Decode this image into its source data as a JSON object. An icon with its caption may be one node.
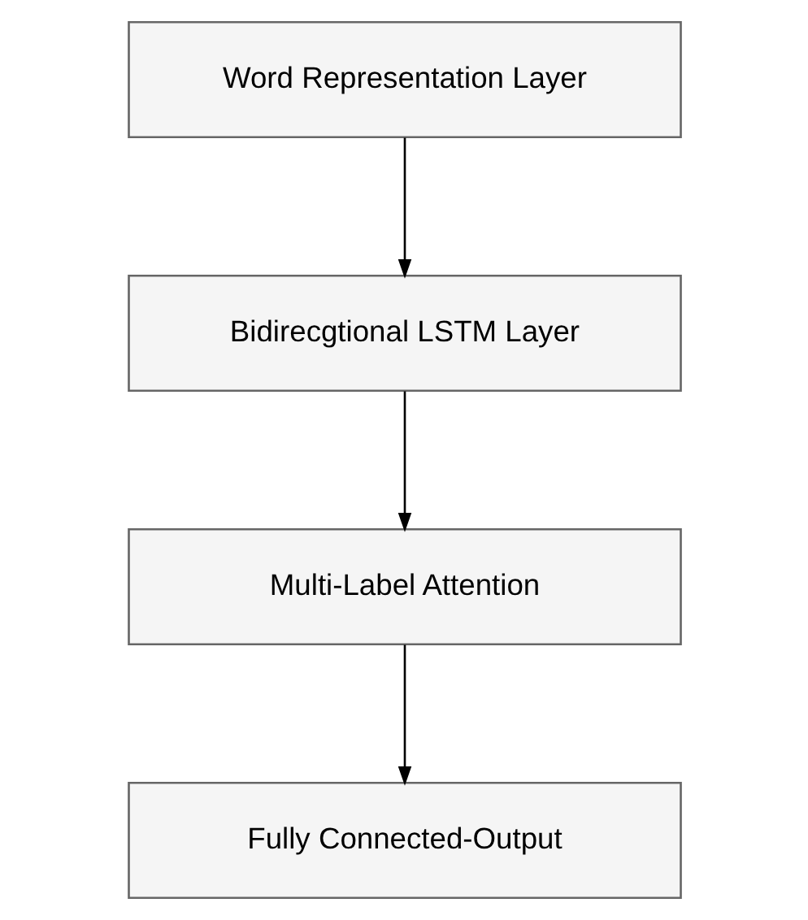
{
  "diagram": {
    "nodes": [
      {
        "text": [
          "Word Representation Layer"
        ]
      },
      {
        "text": [
          "Bidirecgtional LSTM Layer"
        ]
      },
      {
        "text": [
          "Multi-Label Attention"
        ]
      },
      {
        "text": [
          "Fully Connected-Output"
        ]
      }
    ],
    "edges": [
      {
        "from": 0,
        "to": 1,
        "arrow": "to"
      },
      {
        "from": 1,
        "to": 2,
        "arrow": "to"
      },
      {
        "from": 2,
        "to": 3,
        "arrow": "to"
      }
    ]
  }
}
